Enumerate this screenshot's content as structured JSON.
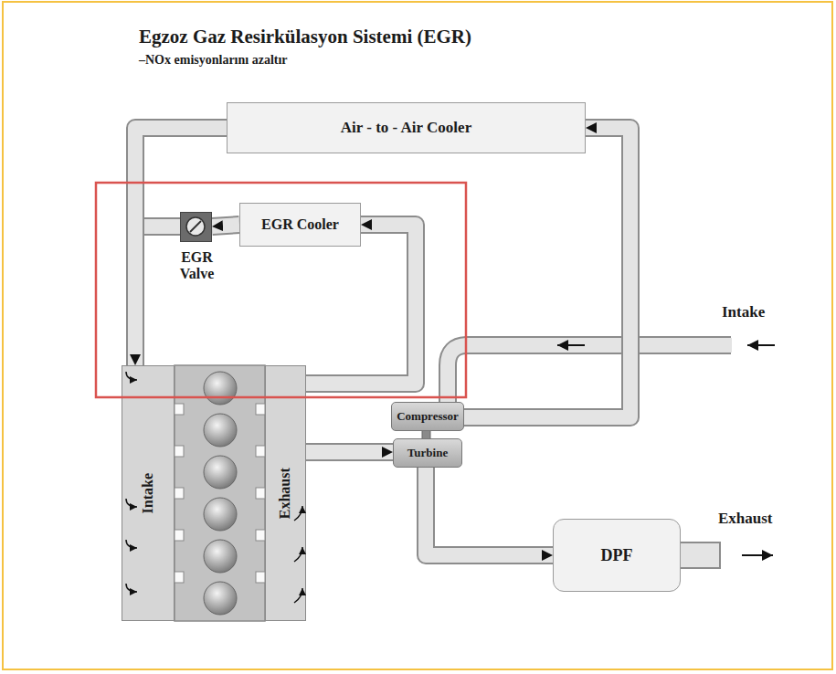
{
  "diagram": {
    "title": "Egzoz Gaz Resirkülasyon Sistemi (EGR)",
    "nodes": [
      {
        "text": [
          "Air - to - Air Cooler"
        ]
      },
      {
        "text": [
          "EGR Cooler"
        ]
      },
      {
        "text": [
          "EGR Valve"
        ]
      },
      {
        "text": [
          "Intake"
        ]
      },
      {
        "text": [
          "Exhaust"
        ]
      },
      {
        "text": [
          "Compressor"
        ]
      },
      {
        "text": [
          "Turbine"
        ]
      },
      {
        "text": [
          "DPF"
        ]
      }
    ],
    "edges": [
      {
        "from": 4,
        "to": 1,
        "arrow": "to"
      },
      {
        "from": 1,
        "to": 2,
        "arrow": "to"
      },
      {
        "from": 2,
        "to": 3,
        "arrow": "to"
      },
      {
        "from": 0,
        "to": 3,
        "arrow": "to"
      },
      {
        "from": 5,
        "to": 0,
        "arrow": "to"
      },
      {
        "from": 4,
        "to": 6,
        "arrow": "to"
      },
      {
        "from": 6,
        "to": 7,
        "arrow": "to"
      }
    ],
    "labels": [
      "–NOx emisyonlarını azaltır",
      "Intake",
      "Exhaust"
    ]
  }
}
